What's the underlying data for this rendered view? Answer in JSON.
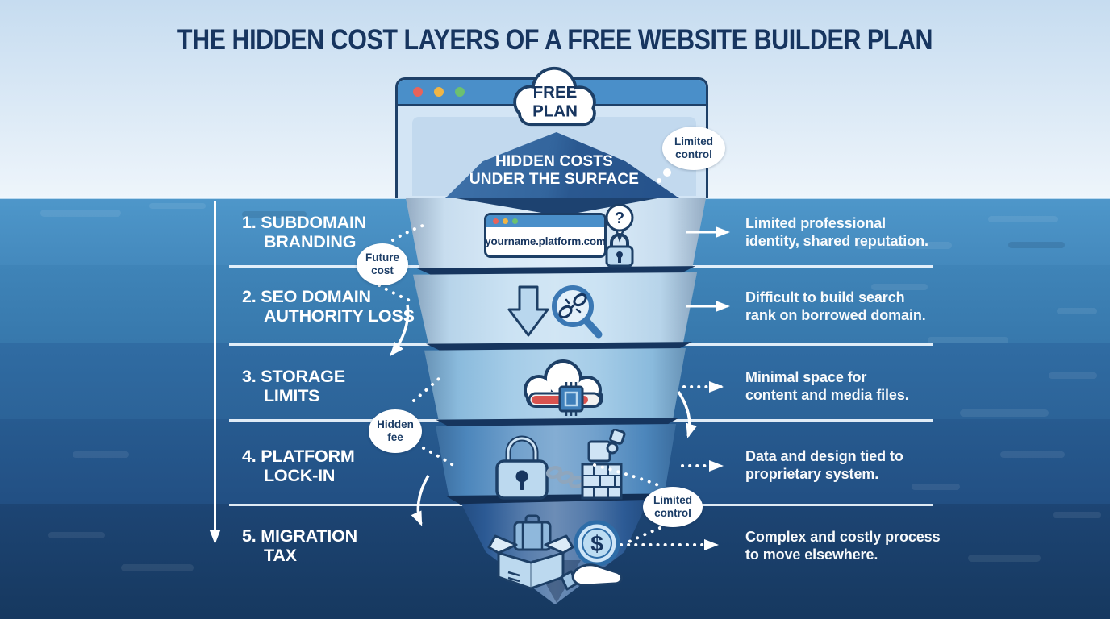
{
  "title": "THE HIDDEN COST LAYERS OF A FREE WEBSITE BUILDER PLAN",
  "browser_window": {
    "cloud_label_line1": "FREE",
    "cloud_label_line2": "PLAN",
    "traffic_light_colors": [
      "#e8635a",
      "#f0b545",
      "#6cc070"
    ]
  },
  "iceberg": {
    "peak_caption_line1": "HIDDEN COSTS",
    "peak_caption_line2": "UNDER THE SURFACE",
    "url_text": "yourname.platform.com",
    "question_mark": "?",
    "dollar_symbol": "$"
  },
  "layers": [
    {
      "label_line1": "1. SUBDOMAIN",
      "label_line2": "BRANDING",
      "icon": "subdomain-browser-lock-icon",
      "desc_line1": "Limited professional",
      "desc_line2": "identity, shared reputation."
    },
    {
      "label_line1": "2. SEO DOMAIN",
      "label_line2": "AUTHORITY LOSS",
      "icon": "seo-decline-broken-link-icon",
      "desc_line1": "Difficult to build search",
      "desc_line2": "rank on borrowed domain."
    },
    {
      "label_line1": "3. STORAGE",
      "label_line2": "LIMITS",
      "icon": "cloud-storage-limit-icon",
      "desc_line1": "Minimal space for",
      "desc_line2": "content and media files."
    },
    {
      "label_line1": "4. PLATFORM",
      "label_line2": "LOCK-IN",
      "icon": "padlock-chain-puzzle-icon",
      "desc_line1": "Data and design tied to",
      "desc_line2": "proprietary system."
    },
    {
      "label_line1": "5. MIGRATION",
      "label_line2": "TAX",
      "icon": "moving-box-dollar-hand-icon",
      "desc_line1": "Complex and costly process",
      "desc_line2": "to move elsewhere."
    }
  ],
  "callouts": {
    "thought_top": "Limited control",
    "future_cost": "Future cost",
    "hidden_fee": "Hidden fee",
    "thought_bottom": "Limited control"
  },
  "colors": {
    "title_navy": "#17355f",
    "outline_navy": "#1d3f66",
    "sky_top": "#c6dcf0",
    "sky_bottom": "#eef5fb",
    "water_band_1": "#4a93c7",
    "water_band_2": "#3e82b6",
    "water_band_3": "#306ba2",
    "water_band_4": "#275b90",
    "water_band_5": "#1d4574",
    "iceberg_peak": "#2e5f96",
    "layer_1_fill": "#cfe4f5",
    "layer_2_fill": "#bedbf0",
    "layer_3_fill": "#8fc0e2",
    "layer_4_fill": "#4f8ac0",
    "layer_5_fill": "#2d5c97",
    "gap_navy": "#16355e",
    "alert_red": "#d9534f",
    "annotation_white": "#ffffff"
  }
}
